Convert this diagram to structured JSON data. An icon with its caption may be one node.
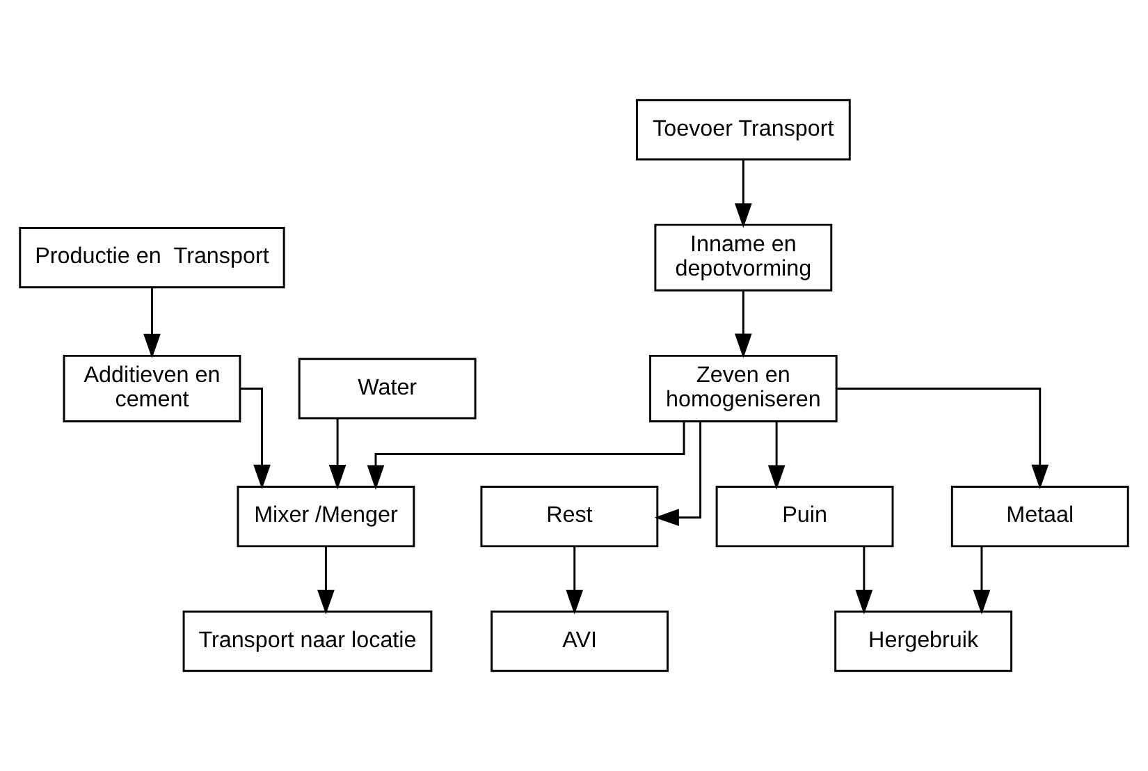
{
  "diagram": {
    "nodes": [
      {
        "text": [
          "Toevoer Transport"
        ]
      },
      {
        "text": [
          "Productie en  Transport"
        ]
      },
      {
        "text": [
          "Inname en depotvorming"
        ]
      },
      {
        "text": [
          "Additieven en cement"
        ]
      },
      {
        "text": [
          "Water"
        ]
      },
      {
        "text": [
          "Zeven en homogeniseren"
        ]
      },
      {
        "text": [
          "Mixer /Menger"
        ]
      },
      {
        "text": [
          "Rest"
        ]
      },
      {
        "text": [
          "Puin"
        ]
      },
      {
        "text": [
          "Metaal"
        ]
      },
      {
        "text": [
          "Transport naar locatie"
        ]
      },
      {
        "text": [
          "AVI"
        ]
      },
      {
        "text": [
          "Hergebruik"
        ]
      }
    ],
    "edges": [
      {
        "from": 0,
        "to": 2,
        "arrow": "to"
      },
      {
        "from": 1,
        "to": 3,
        "arrow": "to"
      },
      {
        "from": 2,
        "to": 5,
        "arrow": "to"
      },
      {
        "from": 5,
        "to": 6,
        "arrow": "to"
      },
      {
        "from": 3,
        "to": 6,
        "arrow": "to"
      },
      {
        "from": 4,
        "to": 6,
        "arrow": "to"
      },
      {
        "from": 5,
        "to": 7,
        "arrow": "to"
      },
      {
        "from": 5,
        "to": 8,
        "arrow": "to"
      },
      {
        "from": 5,
        "to": 9,
        "arrow": "to"
      },
      {
        "from": 6,
        "to": 10,
        "arrow": "to"
      },
      {
        "from": 7,
        "to": 11,
        "arrow": "to"
      },
      {
        "from": 8,
        "to": 12,
        "arrow": "to"
      },
      {
        "from": 9,
        "to": 12,
        "arrow": "to"
      }
    ]
  }
}
